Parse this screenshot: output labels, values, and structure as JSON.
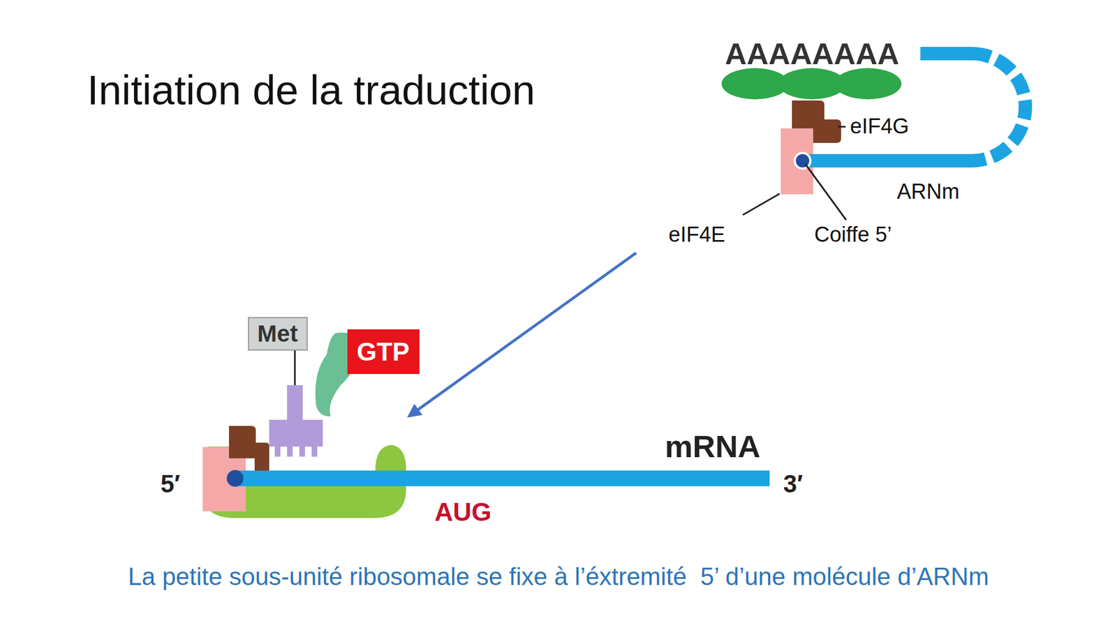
{
  "diagram": {
    "title": "Initiation de la traduction",
    "caption": "La petite sous-unité ribosomale se fixe à l’éxtremité  5’ d’une molécule d’ARNm",
    "nodes": [
      {
        "text": [
          "Met"
        ]
      },
      {
        "text": [
          "GTP"
        ]
      }
    ],
    "labels": [
      "AAAAAAAA",
      "eIF4G",
      "ARNm",
      "eIF4E",
      "Coiffe 5’",
      "5′",
      "mRNA",
      "3′",
      "AUG"
    ]
  }
}
